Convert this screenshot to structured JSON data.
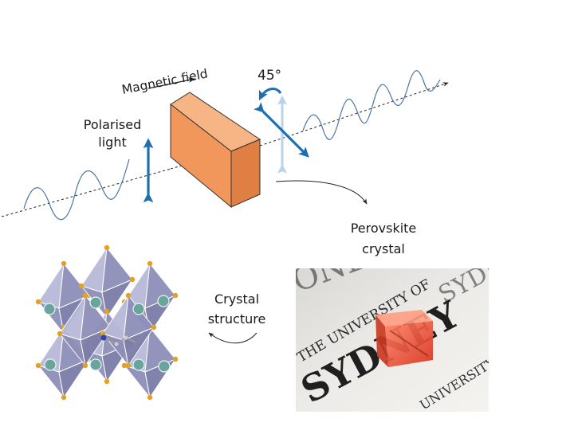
{
  "labels": {
    "magnetic_field": "Magnetic field",
    "angle": "45°",
    "polarised_line1": "Polarised",
    "polarised_line2": "light",
    "perovskite_line1": "Perovskite",
    "perovskite_line2": "crystal",
    "structure_line1": "Crystal",
    "structure_line2": "structure"
  },
  "photo": {
    "text_line1": "THE UNIVERSITY OF",
    "text_line2": "SYDNEY",
    "text_line3": "UNIVERSITY",
    "text_corner": "SYDNEY",
    "text_top": "ONEY"
  },
  "colors": {
    "wave": "#4a74a6",
    "arrow_blue": "#1f6fb0",
    "arrow_pale": "#b9d3ea",
    "crystal_front": "#f2975c",
    "crystal_top": "#f7b485",
    "crystal_side": "#e07f43",
    "octahedron": "#8e8fb8",
    "octahedron_light": "#b8b9d8",
    "atom_cation": "#6aa59c",
    "atom_corner": "#e2a21f"
  }
}
